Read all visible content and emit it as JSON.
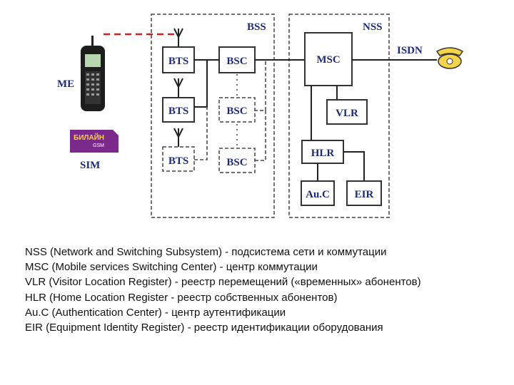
{
  "diagram": {
    "subsystems": {
      "bss": "BSS",
      "nss": "NSS"
    },
    "me_label": "ME",
    "sim_label": "SIM",
    "sim_brand": "БИЛАЙН",
    "sim_brand_sub": "GSM",
    "bts": [
      "BTS",
      "BTS",
      "BTS"
    ],
    "bsc": [
      "BSC",
      "BSC",
      "BSC"
    ],
    "msc": "MSC",
    "vlr": "VLR",
    "hlr": "HLR",
    "auc": "Au.C",
    "eir": "EIR",
    "isdn": "ISDN",
    "colors": {
      "label": "#1c2b78",
      "radio_link": "#d62020",
      "sim": "#7b2a8c"
    }
  },
  "legend": [
    "NSS (Network and Switching Subsystem) - подсистема сети и коммутации",
    "MSC (Mobile services Switching Center) - центр коммутации",
    "VLR (Visitor Location Register) - реестр перемещений («временных» абонентов)",
    "HLR (Home Location Register - реестр собственных абонентов)",
    "Au.C (Authentication Center) - центр аутентификации",
    "EIR (Equipment Identity Register) - реестр идентификации оборудования"
  ]
}
